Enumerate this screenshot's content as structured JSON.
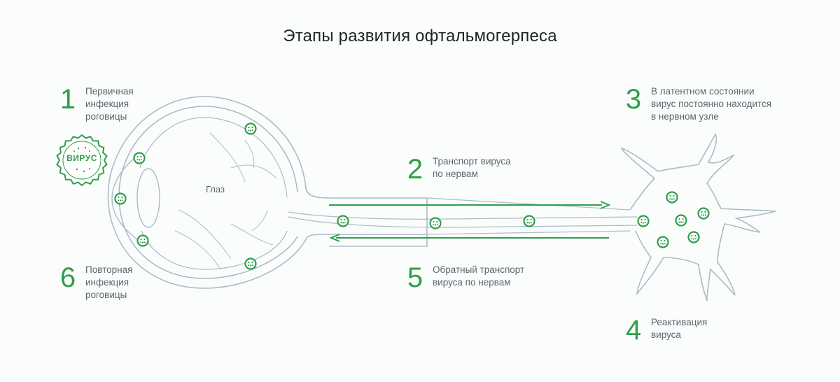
{
  "title": "Этапы развития офтальмогерпеса",
  "eye_label": "Глаз",
  "virus_badge_label": "ВИРУС",
  "steps": [
    {
      "number": "1",
      "text": "Первичная\nинфекция\nроговицы"
    },
    {
      "number": "2",
      "text": "Транспорт вируса\nпо нервам"
    },
    {
      "number": "3",
      "text": "В латентном состоянии\nвирус постоянно находится\nв нервном узле"
    },
    {
      "number": "4",
      "text": "Реактивация\nвируса"
    },
    {
      "number": "5",
      "text": "Обратный транспорт\nвируса по нервам"
    },
    {
      "number": "6",
      "text": "Повторная\nинфекция\nроговицы"
    }
  ],
  "colors": {
    "accent": "#2f9e4a",
    "outline": "#a9bcc6",
    "text": "#5b6770",
    "title": "#1f2426"
  }
}
